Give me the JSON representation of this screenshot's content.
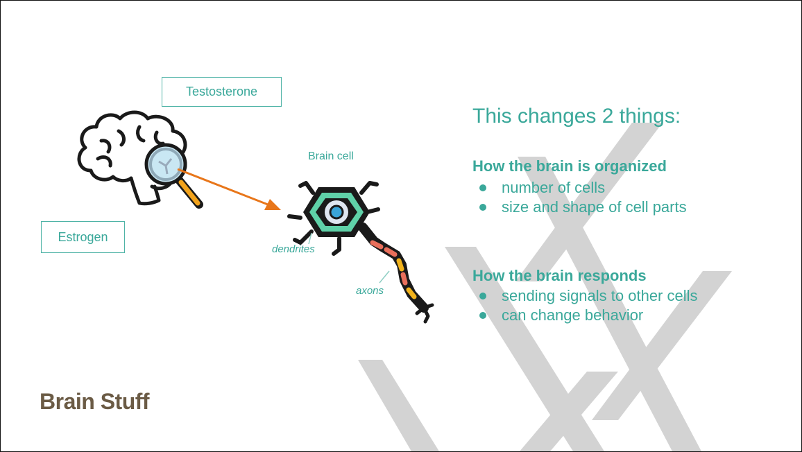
{
  "tags": {
    "testosterone": "Testosterone",
    "estrogen": "Estrogen"
  },
  "neuron": {
    "label": "Brain cell",
    "dendrites": "dendrites",
    "axons": "axons"
  },
  "content": {
    "heading": "This changes 2 things:",
    "organized": {
      "title": "How the brain is organized",
      "items": [
        "number of cells",
        "size and shape of cell parts"
      ]
    },
    "responds": {
      "title": "How the brain responds",
      "items": [
        "sending signals to other cells",
        "can change behavior"
      ]
    }
  },
  "slide_title": "Brain Stuff",
  "colors": {
    "teal": "#3aa89a",
    "title_brown": "#6b5b45",
    "arrow_orange": "#e8761a",
    "watermark_gray": "#d3d3d3"
  },
  "icons": [
    "brain-magnifier-icon",
    "neuron-icon",
    "arrow-icon"
  ]
}
